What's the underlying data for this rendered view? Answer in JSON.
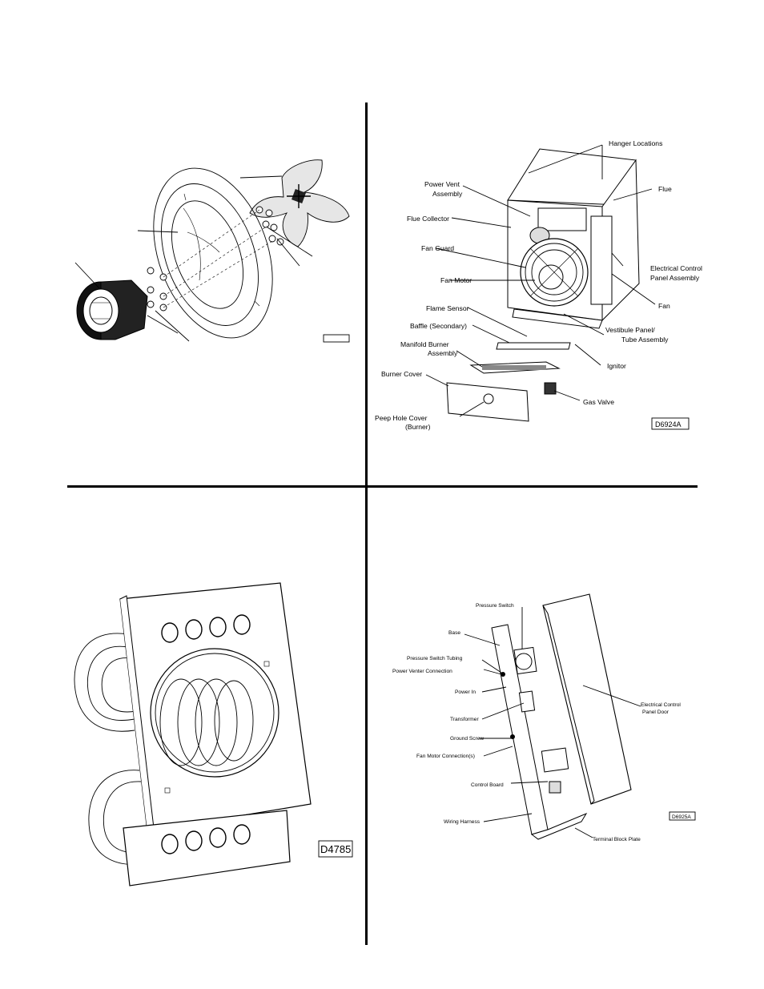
{
  "figure_tr": {
    "labels": {
      "hanger_locations": "Hanger  Locations",
      "power_vent_1": "Power  Vent",
      "power_vent_2": "Assembly",
      "flue": "Flue",
      "flue_collector": "Flue  Collector",
      "fan_guard": "Fan  Guard",
      "electrical_1": "Electrical  Control",
      "electrical_2": "Panel  Assembly",
      "fan_motor": "Fan  Motor",
      "fan": "Fan",
      "flame_sensor": "Flame  Sensor",
      "baffle": "Baffle  (Secondary)",
      "vestibule_1": "Vestibule  Panel/",
      "vestibule_2": "Tube  Assembly",
      "manifold_1": "Manifold  Burner",
      "manifold_2": "Assembly",
      "ignitor": "Ignitor",
      "burner_cover": "Burner  Cover",
      "gas_valve": "Gas  Valve",
      "peep_1": "Peep  Hole  Cover",
      "peep_2": "(Burner)"
    },
    "drawing_id": "D6924A"
  },
  "figure_bl": {
    "drawing_id": "D4785"
  },
  "figure_br": {
    "labels": {
      "pressure_switch": "Pressure  Switch",
      "base": "Base",
      "pressure_tubing": "Pressure  Switch  Tubing",
      "power_venter": "Power  Venter  Connection",
      "power_in": "Power  In",
      "transformer": "Transformer",
      "ground_screw": "Ground  Screw",
      "fan_motor_conn": "Fan  Motor  Connection(s)",
      "control_board": "Control  Board",
      "wiring_harness": "Wiring  Harness",
      "terminal_block": "Terminal  Block  Plate",
      "panel_door_1": "Electrical  Control",
      "panel_door_2": "Panel  Door"
    },
    "drawing_id": "D6925A"
  }
}
